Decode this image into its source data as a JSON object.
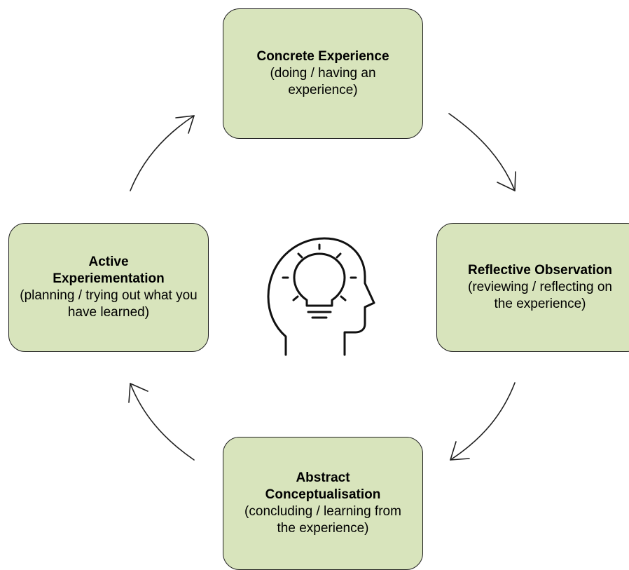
{
  "cycle": {
    "concrete": {
      "title": "Concrete Experience",
      "description": "(doing / having an experience)"
    },
    "reflective": {
      "title": "Reflective Observation",
      "description": "(reviewing / reflecting on the experience)"
    },
    "abstract": {
      "title": "Abstract Conceptualisation",
      "description": "(concluding / learning from the experience)"
    },
    "active": {
      "title": "Active Experiementation",
      "description": "(planning / trying out what you have learned)"
    }
  },
  "icons": {
    "center": "head-lightbulb-icon"
  },
  "colors": {
    "box_fill": "#d8e4bc",
    "stroke": "#1f1f1f"
  }
}
